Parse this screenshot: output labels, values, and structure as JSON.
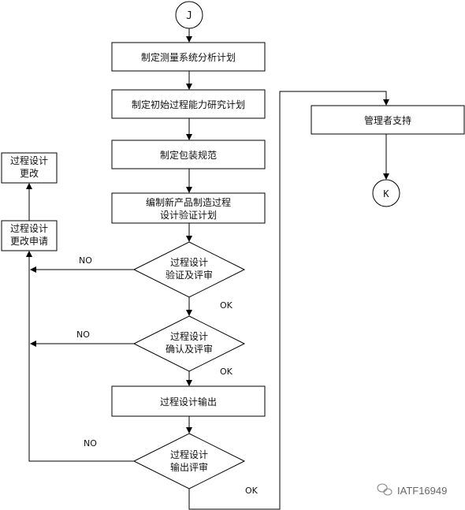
{
  "connectors": {
    "start": "J",
    "end": "K"
  },
  "steps": {
    "plan_msa": "制定测量系统分析计划",
    "plan_capability": "制定初始过程能力研究计划",
    "packaging": "制定包装规范",
    "validation_plan": [
      "编制新产品制造过程",
      "设计验证计划"
    ],
    "design_output": "过程设计输出",
    "management_support": "管理者支持",
    "change_request": [
      "过程设计",
      "更改申请"
    ],
    "design_change": [
      "过程设计",
      "更改"
    ]
  },
  "decisions": {
    "verify": [
      "过程设计",
      "验证及评审"
    ],
    "confirm": [
      "过程设计",
      "确认及评审"
    ],
    "output_review": [
      "过程设计",
      "输出评审"
    ]
  },
  "labels": {
    "no": "NO",
    "ok": "OK"
  },
  "watermark": "IATF16949",
  "colors": {
    "stroke": "#000000",
    "text": "#111111",
    "watermark": "#666666"
  }
}
